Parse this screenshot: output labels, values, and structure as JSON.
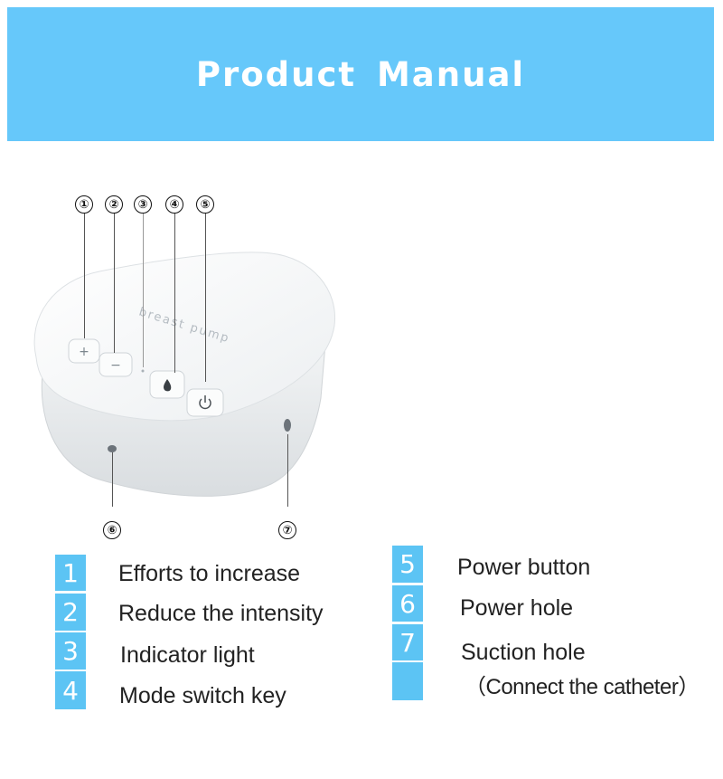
{
  "title": "Product Manual",
  "device": {
    "brand_text": "breast pump",
    "buttons": [
      "+",
      "−",
      "power-icon",
      "drop-icon"
    ]
  },
  "callouts": [
    "①",
    "②",
    "③",
    "④",
    "⑤",
    "⑥",
    "⑦"
  ],
  "legend": [
    {
      "num": "1",
      "text": "Efforts to increase"
    },
    {
      "num": "2",
      "text": "Reduce the intensity"
    },
    {
      "num": "3",
      "text": "Indicator light"
    },
    {
      "num": "4",
      "text": "Mode switch key"
    },
    {
      "num": "5",
      "text": "Power button"
    },
    {
      "num": "6",
      "text": "Power hole"
    },
    {
      "num": "7",
      "text": "Suction hole"
    },
    {
      "num": "",
      "text": "（Connect the catheter）"
    }
  ],
  "colors": {
    "banner": "#66c8fa",
    "legend_box": "#5cc4f4"
  }
}
